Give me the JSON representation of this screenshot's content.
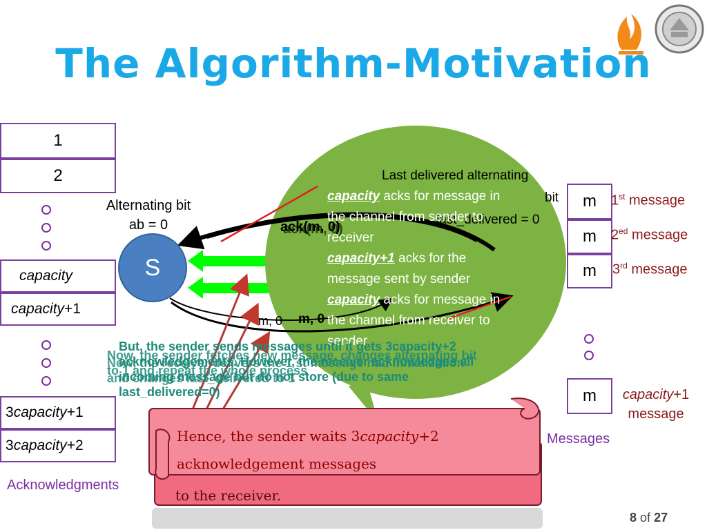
{
  "slide": {
    "title": "The Algorithm-Motivation",
    "page_current": "8",
    "page_of": "of",
    "page_total": "27"
  },
  "ack_stack": {
    "rows": [
      "1",
      "2"
    ],
    "capacity": "capacity",
    "capacity_plus1": "capacity",
    "capacity_plus1_suffix": "+1",
    "three_cap_plus1_prefix": "3",
    "three_cap_plus1_var": "capacity",
    "three_cap_plus1_suffix": "+1",
    "three_cap_plus2_prefix": "3",
    "three_cap_plus2_var": "capacity",
    "three_cap_plus2_suffix": "+2",
    "caption": "Acknowledgments"
  },
  "sender": {
    "label": "S",
    "ab_line1": "Alternating bit",
    "ab_line2": "ab = 0"
  },
  "arrows": {
    "ack_label_a": "ack(m, 0)",
    "ack_label_b": "ack(m, 0)",
    "msg_label_a": "m, 0",
    "msg_label_b": "m, 0"
  },
  "bubble": {
    "header": "Last delivered alternating bit",
    "header_line1": "Last delivered alternating",
    "header_line2": "bit",
    "last_delivered": "last_delivered = 0",
    "lines": [
      {
        "em": "capacity",
        "rest": " acks for message in"
      },
      {
        "em": "",
        "rest": "the channel from sender to"
      },
      {
        "em": "",
        "rest": "receiver"
      },
      {
        "em": "capacity+1",
        "rest": " acks for the"
      },
      {
        "em": "",
        "rest": "message sent by sender"
      },
      {
        "em": "capacity",
        "rest": " acks for message in"
      },
      {
        "em": "",
        "rest": "the channel from receiver to"
      },
      {
        "em": "",
        "rest": "sender"
      }
    ]
  },
  "notes": {
    "n1_line1": "But, the sender sends messages until it gets 3capacity+2",
    "n1_line2": "acknowledgements. However, the receiver acknowledges all",
    "n1_line3": "incoming message but do not store (due to same",
    "n1_line4": "last_delivered=0)",
    "n2_line1": "Now, the sender fetches new message, changes alternating bit",
    "n2_line2": "to 1 and repeat the whole process",
    "n3_line1": "Now, the receiver delivers the 1 st message had initialization",
    "n3_line2": "and changes last_delivered to 1"
  },
  "messages": {
    "box_label": "m",
    "first_num": "1",
    "first_sup": "st",
    "first_rest": " message",
    "second_num": "2",
    "second_sup": "ed",
    "second_rest": " message",
    "third_num": "3",
    "third_sup": "rd",
    "third_rest": " message",
    "last_var": "capacity",
    "last_suffix": "+1",
    "last_line2": "message",
    "caption": "Messages"
  },
  "scroll": {
    "front_line1_a": "Hence, the sender waits 3",
    "front_line1_var": "capacity",
    "front_line1_b": "+2",
    "front_line2": "acknowledgement messages",
    "back_line3": "to the receiver."
  },
  "colors": {
    "title": "#1aa9e6",
    "box_border": "#7b3f9e",
    "sender_fill": "#4a7fc1",
    "bubble": "#7cb342",
    "ack_arrow": "#00ff00",
    "note_text": "#1e8a7a",
    "scroll": "#f06a80"
  }
}
